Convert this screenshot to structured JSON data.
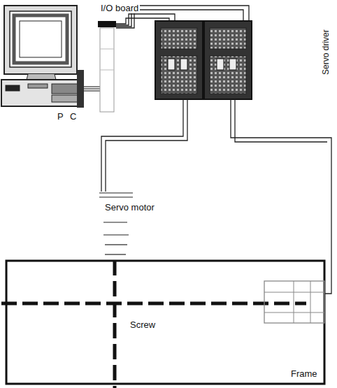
{
  "diagram": {
    "labels": [
      "I/O board",
      "P C",
      "Servo driver",
      "Servo motor",
      "Screw",
      "Frame"
    ]
  }
}
